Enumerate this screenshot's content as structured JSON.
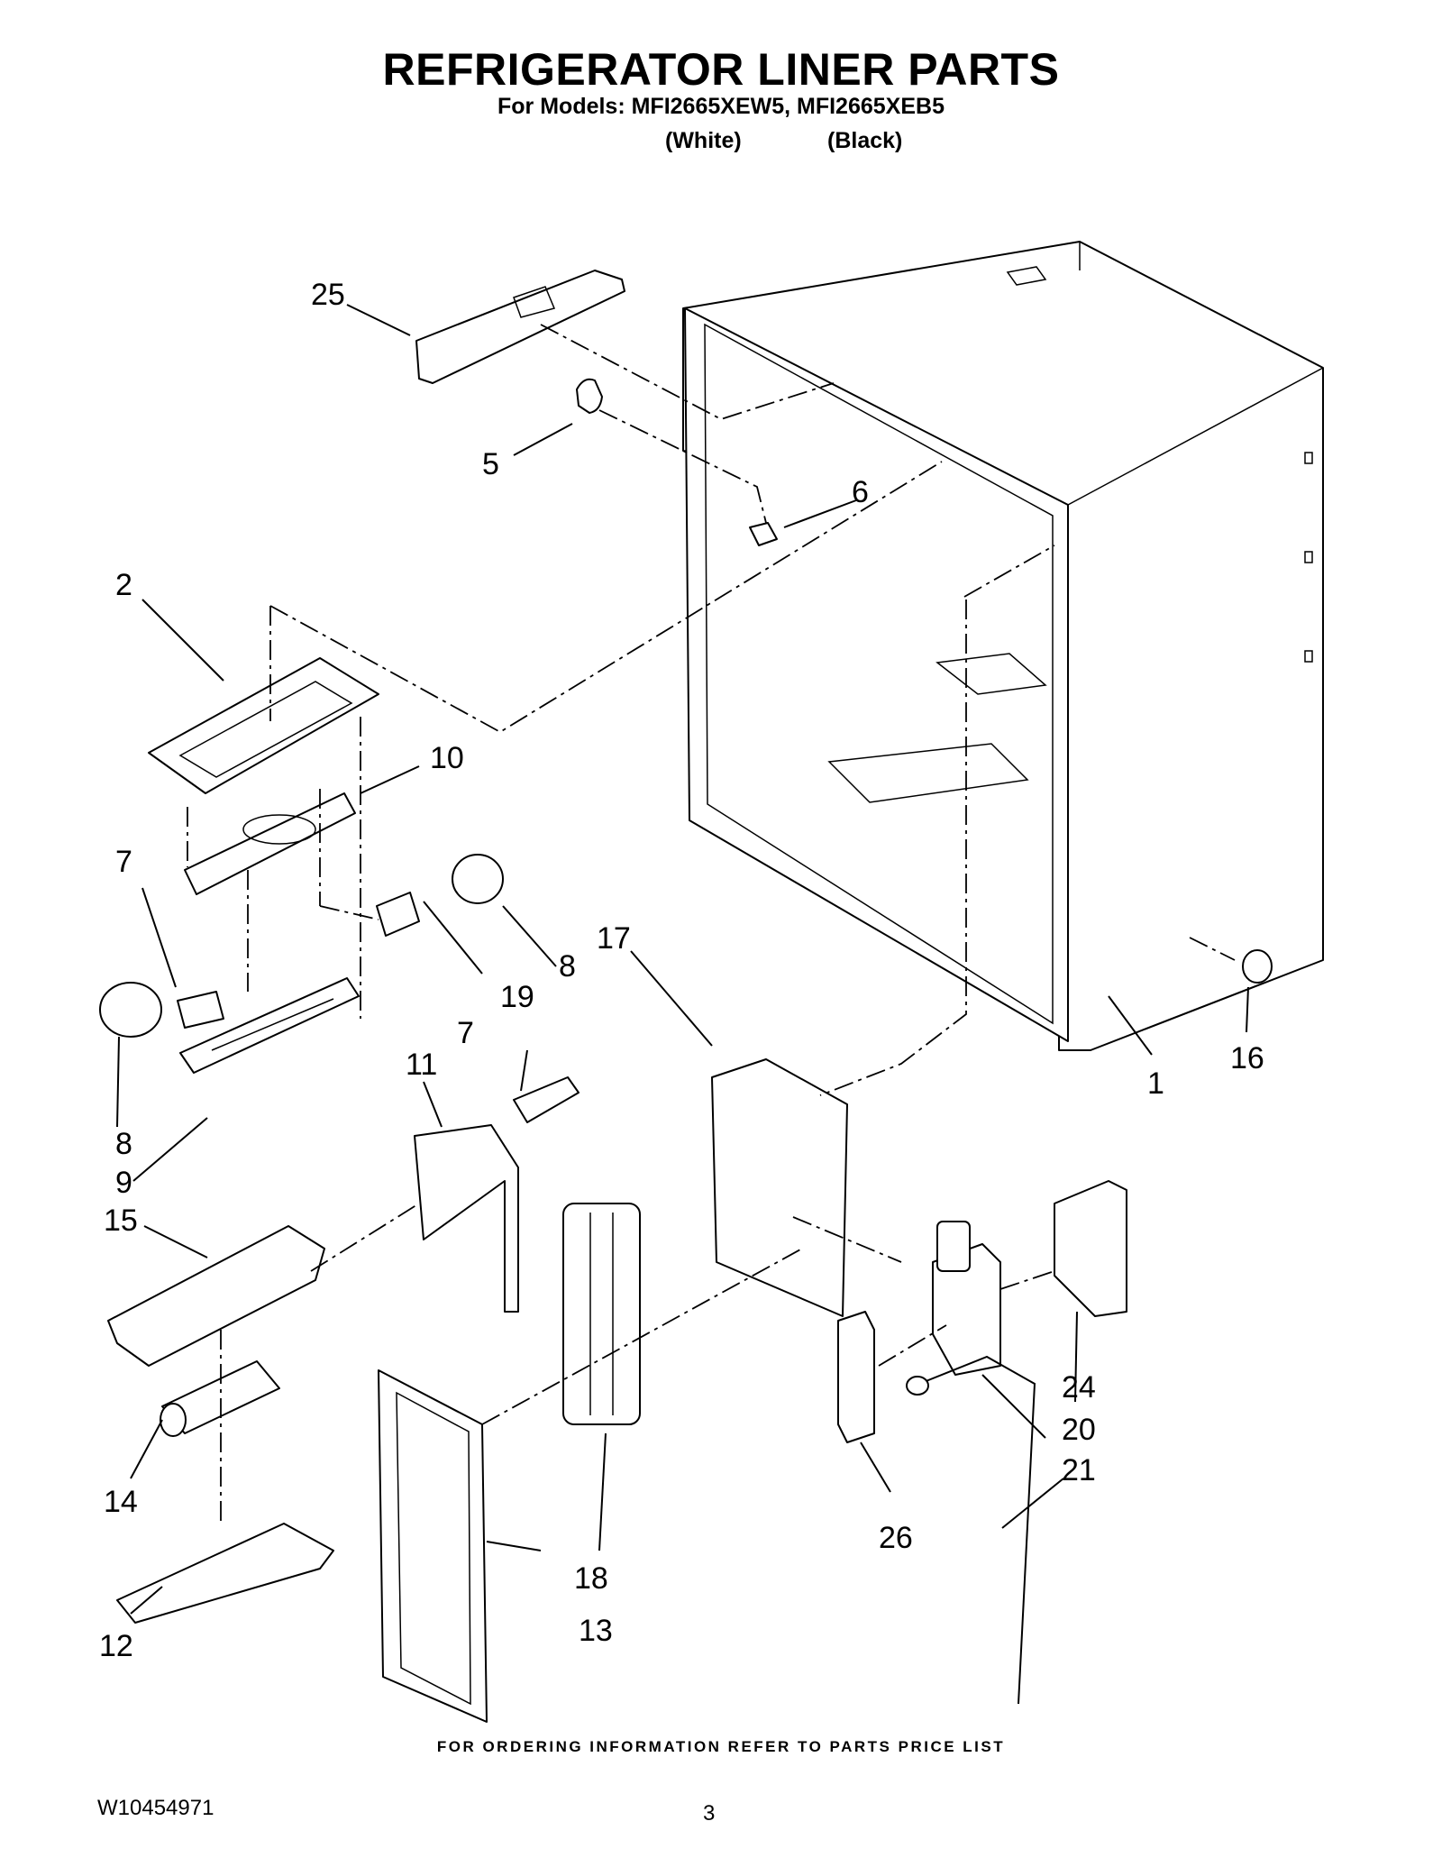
{
  "header": {
    "title": "REFRIGERATOR LINER PARTS",
    "models_line": "For Models: MFI2665XEW5, MFI2665XEB5",
    "variant_white": "(White)",
    "variant_black": "(Black)"
  },
  "callouts": [
    "1",
    "2",
    "5",
    "6",
    "7",
    "7",
    "8",
    "8",
    "9",
    "10",
    "11",
    "12",
    "13",
    "14",
    "15",
    "16",
    "17",
    "18",
    "19",
    "20",
    "21",
    "24",
    "25",
    "26"
  ],
  "footer": {
    "ordering_note": "FOR ORDERING INFORMATION REFER TO PARTS PRICE LIST",
    "doc_number": "W10454971",
    "page_number": "3"
  }
}
